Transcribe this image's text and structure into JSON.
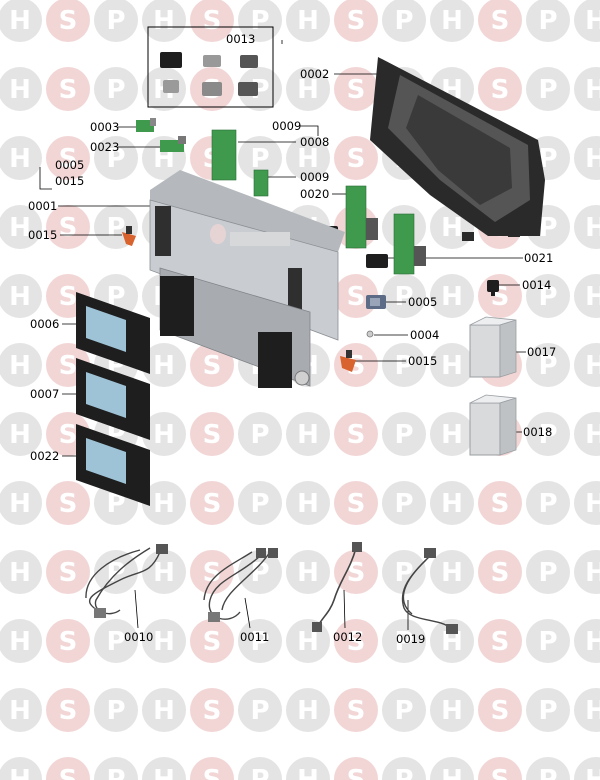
{
  "watermark": {
    "letters": [
      "H",
      "S",
      "P"
    ],
    "circle_grey": "#e4e4e4",
    "circle_pink": "#f2d6d6"
  },
  "colors": {
    "pcb_green": "#3f9a4e",
    "housing_grey": "#c9ccd0",
    "frame_dark": "#1e1e1e",
    "screen_blue": "#9ec3d6",
    "connector_orange": "#d8632f",
    "leader": "#000000"
  },
  "part_labels": {
    "p0001": "0001",
    "p0002": "0002",
    "p0003": "0003",
    "p0004": "0004",
    "p0005a": "0005",
    "p0005b": "0005",
    "p0006": "0006",
    "p0007": "0007",
    "p0008": "0008",
    "p0009a": "0009",
    "p0009b": "0009",
    "p0010": "0010",
    "p0011": "0011",
    "p0012": "0012",
    "p0013": "0013",
    "p0014": "0014",
    "p0015a": "0015",
    "p0015b": "0015",
    "p0015c": "0015",
    "p0017": "0017",
    "p0018": "0018",
    "p0019": "0019",
    "p0020": "0020",
    "p0021": "0021",
    "p0022": "0022",
    "p0023": "0023"
  }
}
